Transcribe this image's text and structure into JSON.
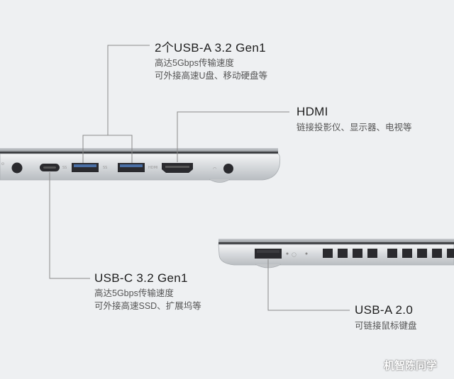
{
  "callouts": {
    "usb_a": {
      "title": "2个USB-A 3.2 Gen1",
      "line1": "高达5Gbps传输速度",
      "line2": "可外接高速U盘、移动硬盘等"
    },
    "hdmi": {
      "title": "HDMI",
      "line1": "链接投影仪、显示器、电视等"
    },
    "usb_c": {
      "title": "USB-C 3.2 Gen1",
      "line1": "高达5Gbps传输速度",
      "line2": "可外接高速SSD、扩展坞等"
    },
    "usb_a2": {
      "title": "USB-A 2.0",
      "line1": "可链接鼠标键盘"
    }
  },
  "watermark": "机智陈同学",
  "colors": {
    "background": "#eef0f2",
    "leader_line": "#8a8a8a",
    "laptop_body": "#d9dcdf",
    "port_dark": "#2a2a2e"
  }
}
